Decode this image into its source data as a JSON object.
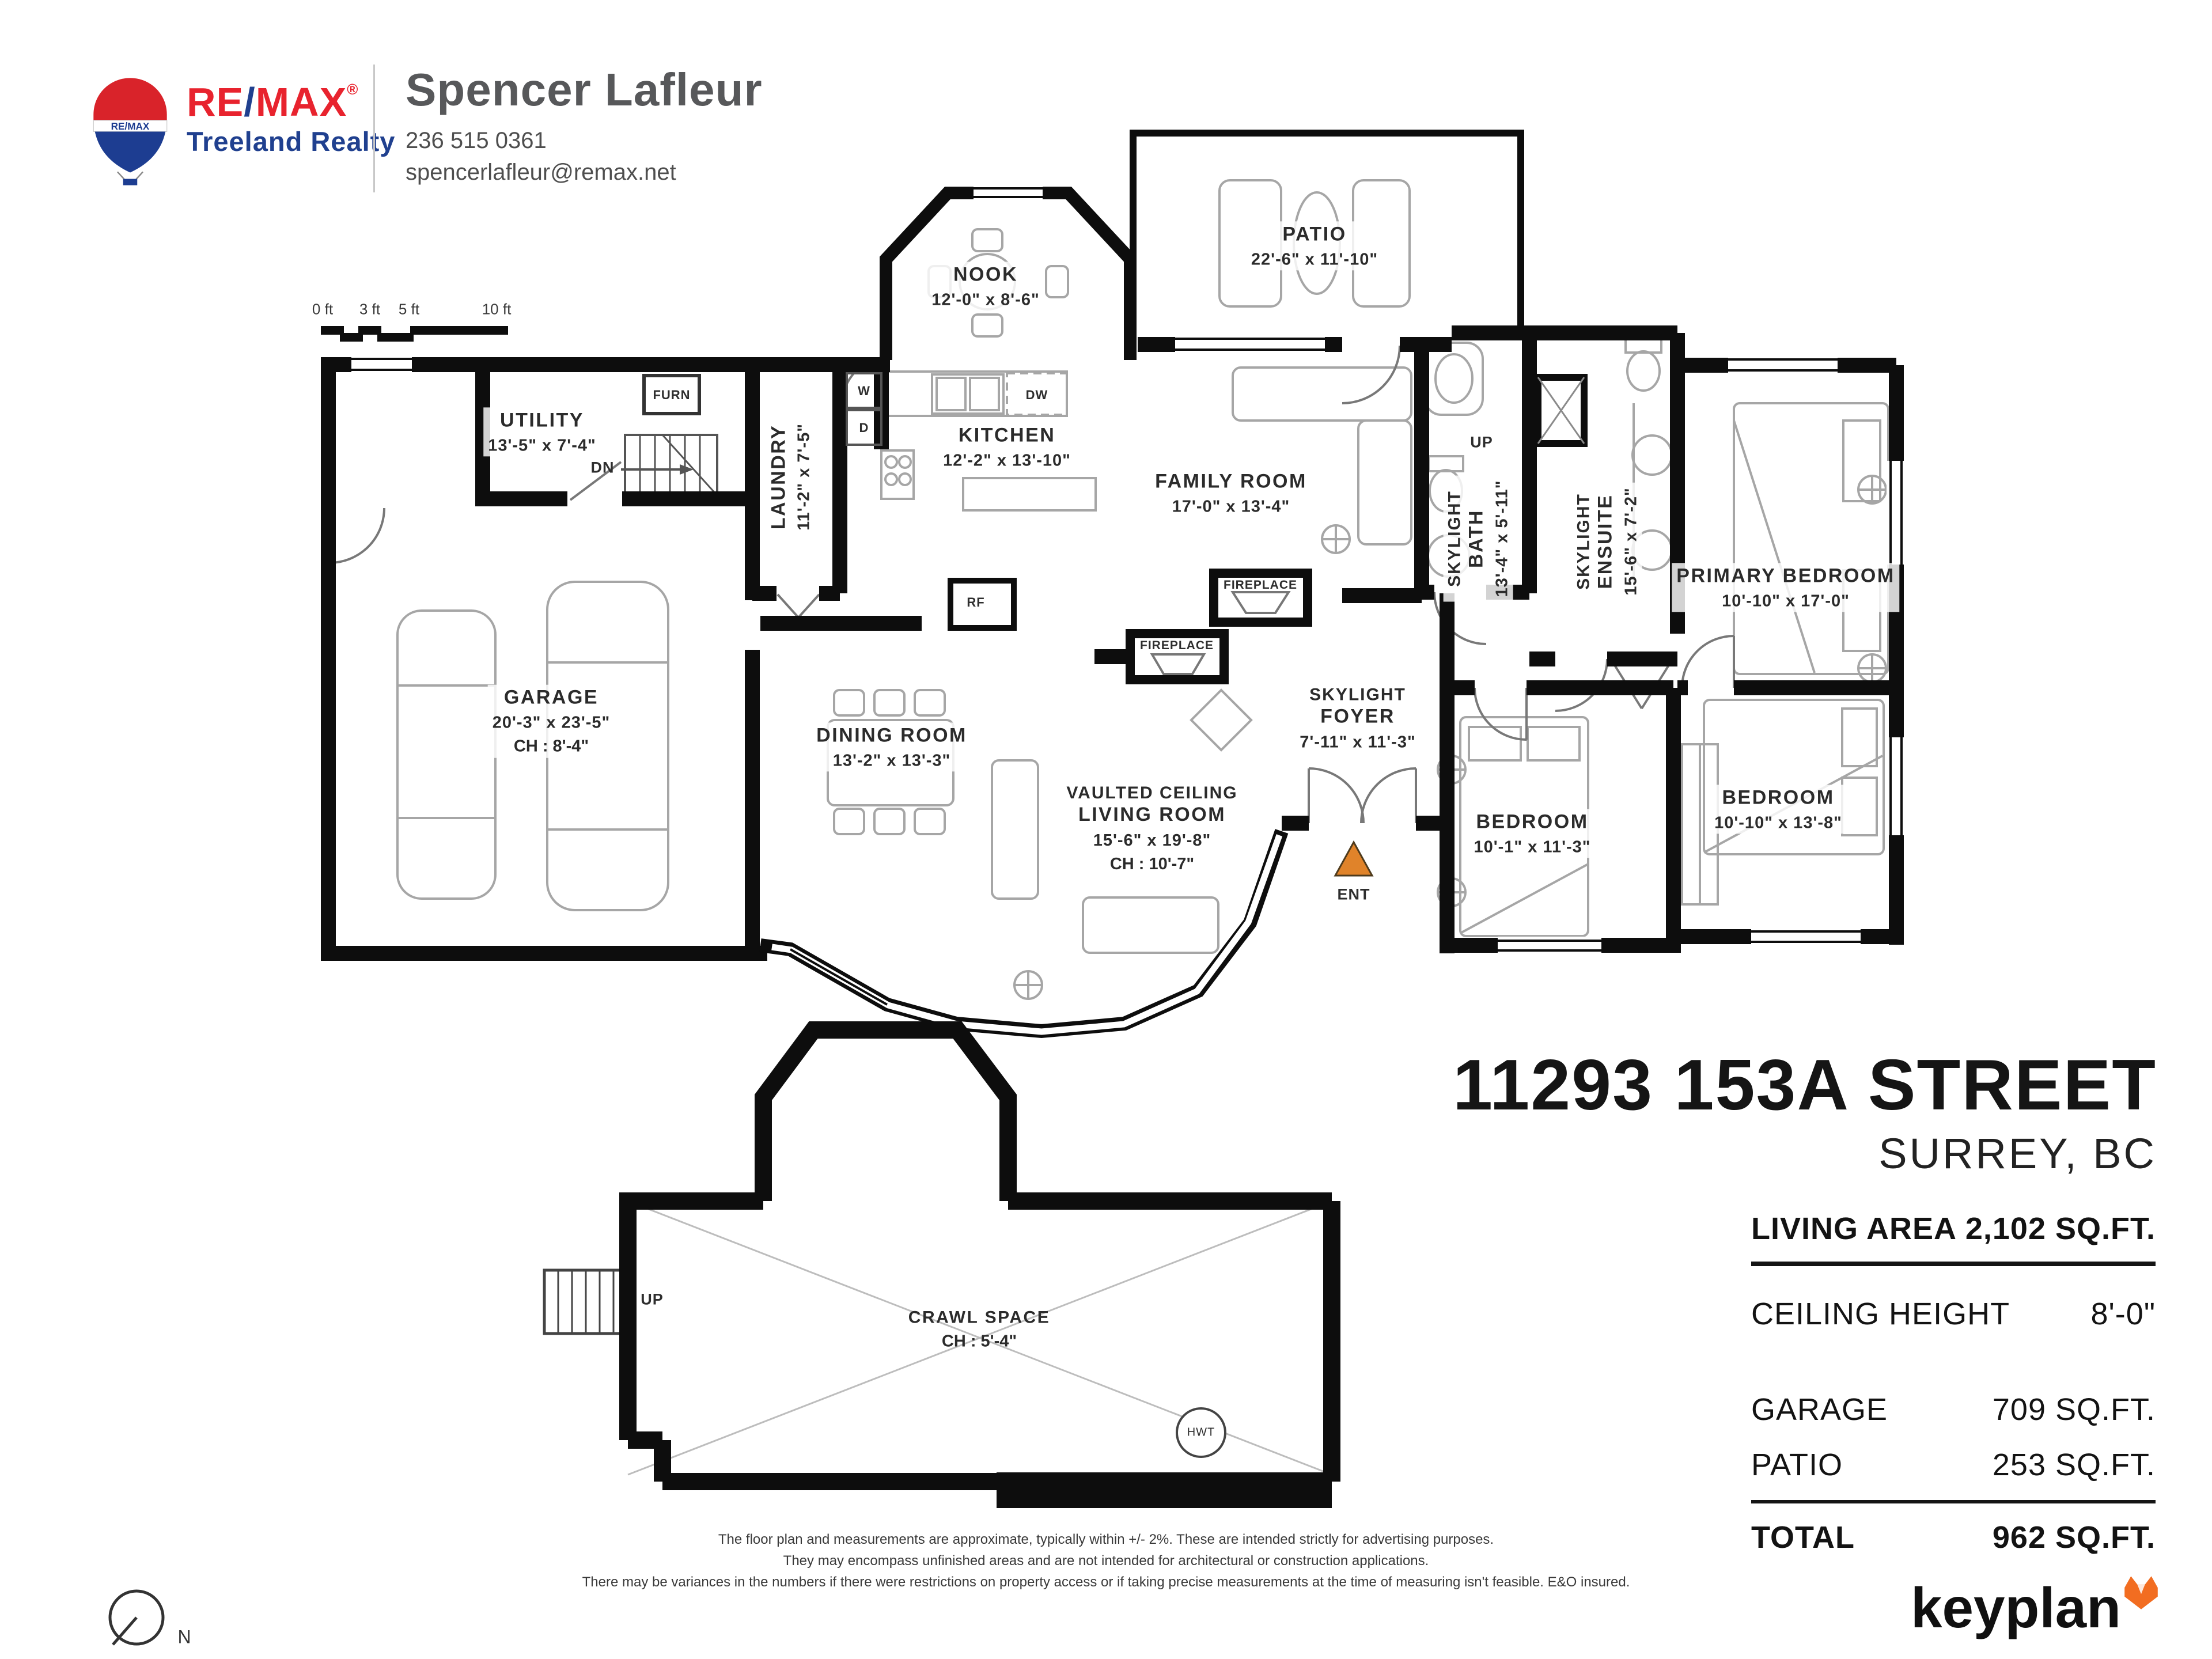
{
  "header": {
    "brand_name": "RE/MAX",
    "brand_re": "RE",
    "brand_slash": "/",
    "brand_max": "MAX",
    "brand_reg": "®",
    "brand_sub": "Treeland Realty",
    "agent_name": "Spencer Lafleur",
    "agent_phone": "236 515 0361",
    "agent_email": "spencerlafleur@remax.net"
  },
  "scale_bar": {
    "labels": [
      "0 ft",
      "3 ft",
      "5 ft",
      "10 ft"
    ]
  },
  "rooms": [
    {
      "name": "UTILITY",
      "dims": "13'-5\" x 7'-4\""
    },
    {
      "name": "LAUNDRY",
      "dims": "11'-2\" x 7'-5\""
    },
    {
      "name": "NOOK",
      "dims": "12'-0\" x 8'-6\""
    },
    {
      "name": "KITCHEN",
      "dims": "12'-2\" x 13'-10\""
    },
    {
      "name": "PATIO",
      "dims": "22'-6\" x 11'-10\""
    },
    {
      "name": "FAMILY ROOM",
      "dims": "17'-0\" x 13'-4\""
    },
    {
      "pre": "SKYLIGHT",
      "name": "BATH",
      "dims": "13'-4\" x 5'-11\""
    },
    {
      "pre": "SKYLIGHT",
      "name": "ENSUITE",
      "dims": "15'-6\" x 7'-2\""
    },
    {
      "name": "PRIMARY BEDROOM",
      "dims": "10'-10\" x 17'-0\""
    },
    {
      "name": "GARAGE",
      "dims": "20'-3\" x 23'-5\"",
      "ch": "CH : 8'-4\""
    },
    {
      "name": "DINING ROOM",
      "dims": "13'-2\" x 13'-3\""
    },
    {
      "pre": "VAULTED CEILING",
      "name": "LIVING ROOM",
      "dims": "15'-6\" x 19'-8\"",
      "ch": "CH : 10'-7\""
    },
    {
      "pre": "SKYLIGHT",
      "name": "FOYER",
      "dims": "7'-11\" x 11'-3\""
    },
    {
      "name": "BEDROOM",
      "dims": "10'-1\" x 11'-3\""
    },
    {
      "name": "BEDROOM",
      "dims": "10'-10\" x 13'-8\""
    },
    {
      "name": "CRAWL SPACE",
      "ch": "CH : 5'-4\""
    }
  ],
  "labels": {
    "furn": "FURN",
    "washer": "W",
    "dryer": "D",
    "dishwasher": "DW",
    "fridge": "RF",
    "down": "DN",
    "up": "UP",
    "fireplace": "FIREPLACE",
    "hwt": "HWT",
    "entry": "ENT",
    "north": "N"
  },
  "address": {
    "line1": "11293 153A STREET",
    "line2": "SURREY, BC"
  },
  "area_table": {
    "rows": [
      {
        "label": "LIVING AREA",
        "value": "2,102 SQ.FT."
      },
      {
        "label": "CEILING HEIGHT",
        "value": "8'-0\""
      },
      {
        "label": "GARAGE",
        "value": "709 SQ.FT."
      },
      {
        "label": "PATIO",
        "value": "253 SQ.FT."
      },
      {
        "label": "TOTAL",
        "value": "962 SQ.FT."
      }
    ]
  },
  "disclaimer": {
    "lines": [
      "The floor plan and measurements are approximate, typically within +/- 2%. These are intended strictly for advertising purposes.",
      "They may encompass unfinished areas and are not intended for architectural or construction applications.",
      "There may be variances in the numbers if there were restrictions on property access or if taking precise measurements at the time of measuring isn't feasible. E&O insured."
    ]
  },
  "footer": {
    "brand": "keyplan"
  }
}
